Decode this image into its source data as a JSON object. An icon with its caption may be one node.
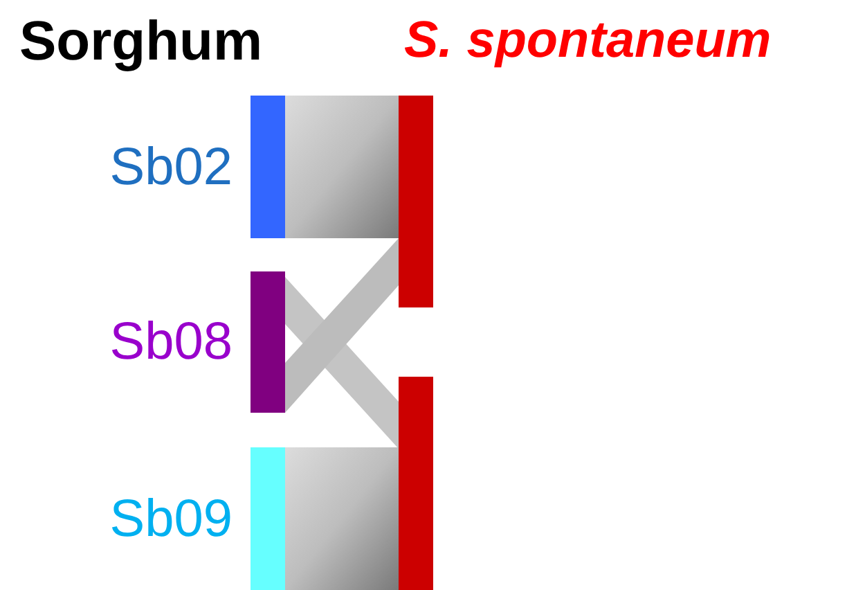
{
  "diagram": {
    "nodes": [
      {
        "text": [],
        "shape": "bar",
        "beside": [
          "Sb02"
        ]
      },
      {
        "text": [],
        "shape": "bar",
        "beside": [
          "Sb08"
        ]
      },
      {
        "text": [],
        "shape": "bar",
        "beside": [
          "Sb09"
        ]
      },
      {
        "text": [],
        "shape": "bar"
      },
      {
        "text": [],
        "shape": "bar"
      }
    ],
    "edges": [
      {
        "from": 0,
        "to": 3,
        "arrow": "none"
      },
      {
        "from": 1,
        "to": 4,
        "arrow": "none"
      },
      {
        "from": 1,
        "to": 3,
        "arrow": "none"
      },
      {
        "from": 2,
        "to": 4,
        "arrow": "none"
      }
    ],
    "labels": [
      "Sorghum",
      "S. spontaneum"
    ]
  }
}
